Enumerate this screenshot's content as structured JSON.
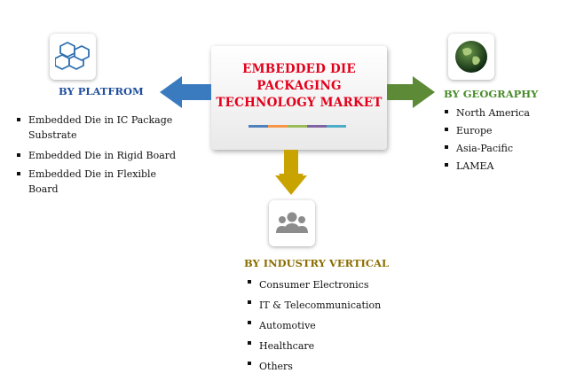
{
  "center": {
    "title": "EMBEDDED DIE PACKAGING TECHNOLOGY MARKET"
  },
  "platform": {
    "heading": "BY PLATFROM",
    "items": [
      "Embedded Die in IC Package Substrate",
      "Embedded Die in Rigid Board",
      "Embedded Die in Flexible Board"
    ]
  },
  "geography": {
    "heading": "BY GEOGRAPHY",
    "items": [
      "North America",
      "Europe",
      "Asia-Pacific",
      "LAMEA"
    ]
  },
  "industry": {
    "heading": "BY INDUSTRY VERTICAL",
    "items": [
      "Consumer Electronics",
      "IT & Telecommunication",
      "Automotive",
      "Healthcare",
      "Others"
    ]
  },
  "colors": {
    "title": "#e3001b",
    "platform": "#1f4e9c",
    "geography": "#4a8c2a",
    "industry": "#8a6d00",
    "arrow_left": "#3a7bc0",
    "arrow_right": "#5c8a36",
    "arrow_down": "#c9a300",
    "underline": [
      "#4f81bd",
      "#f79646",
      "#9bbb59",
      "#8064a2",
      "#4bacc6"
    ]
  },
  "icons": {
    "platform": "cubes-icon",
    "geography": "globe-icon",
    "industry": "people-icon"
  }
}
